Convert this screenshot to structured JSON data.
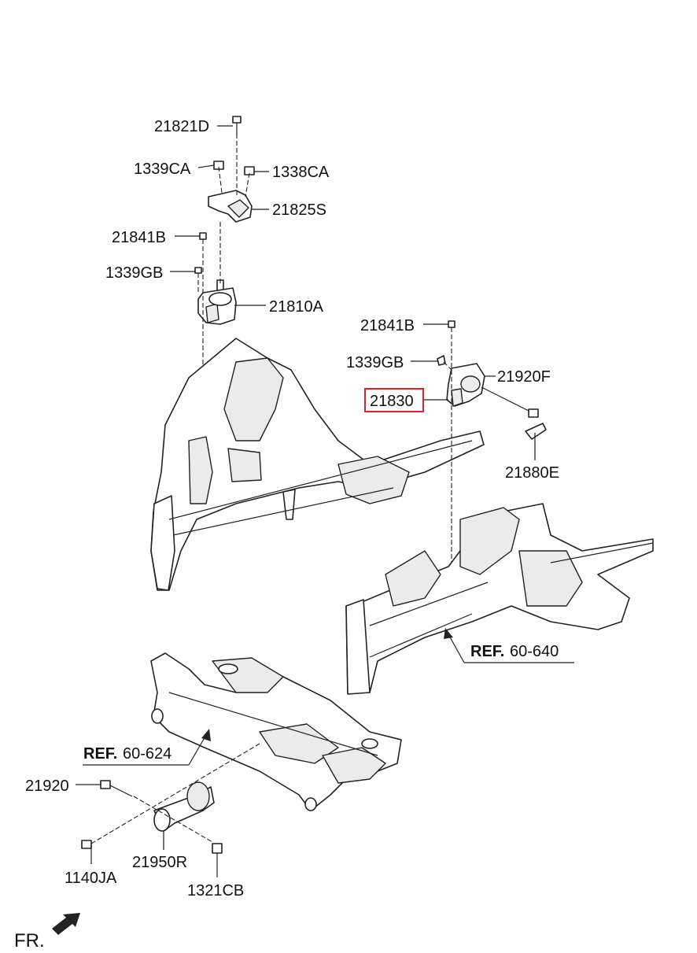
{
  "labels": {
    "p21821D": "21821D",
    "p1339CA": "1339CA",
    "p1338CA": "1338CA",
    "p21825S": "21825S",
    "p21841B_top": "21841B",
    "p1339GB_top": "1339GB",
    "p21810A": "21810A",
    "p21841B_right": "21841B",
    "p1339GB_right": "1339GB",
    "p21830": "21830",
    "p21920F": "21920F",
    "p21880E": "21880E",
    "p21920": "21920",
    "p1140JA": "1140JA",
    "p21950R": "21950R",
    "p1321CB": "1321CB"
  },
  "refs": {
    "ref1_bold": "REF.",
    "ref1_num": "60-640",
    "ref2_bold": "REF.",
    "ref2_num": "60-624"
  },
  "direction": "FR.",
  "highlight_color": "#e0202a"
}
